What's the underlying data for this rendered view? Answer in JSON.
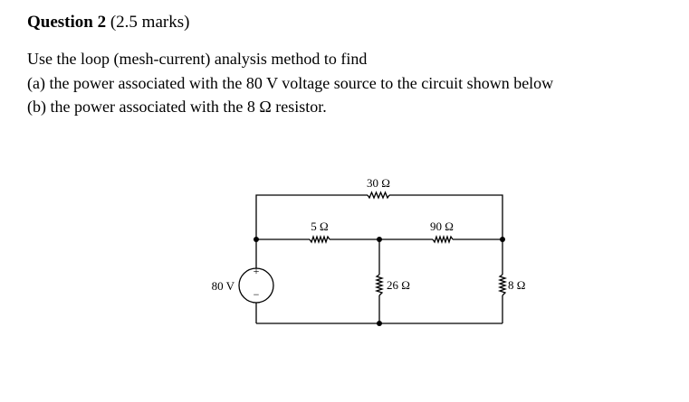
{
  "question": {
    "title": "Question 2",
    "marks": "(2.5 marks)",
    "lines": [
      "Use the loop (mesh-current) analysis method to find",
      "(a) the power associated with the 80 V voltage source to the circuit shown below",
      "(b) the power associated with the 8 Ω resistor."
    ]
  },
  "circuit": {
    "labels": {
      "r30": "30 Ω",
      "r5": "5 Ω",
      "r90": "90 Ω",
      "r26": "26 Ω",
      "r8": "8 Ω",
      "vsrc": "80 V",
      "plus": "+",
      "minus": "−"
    }
  }
}
